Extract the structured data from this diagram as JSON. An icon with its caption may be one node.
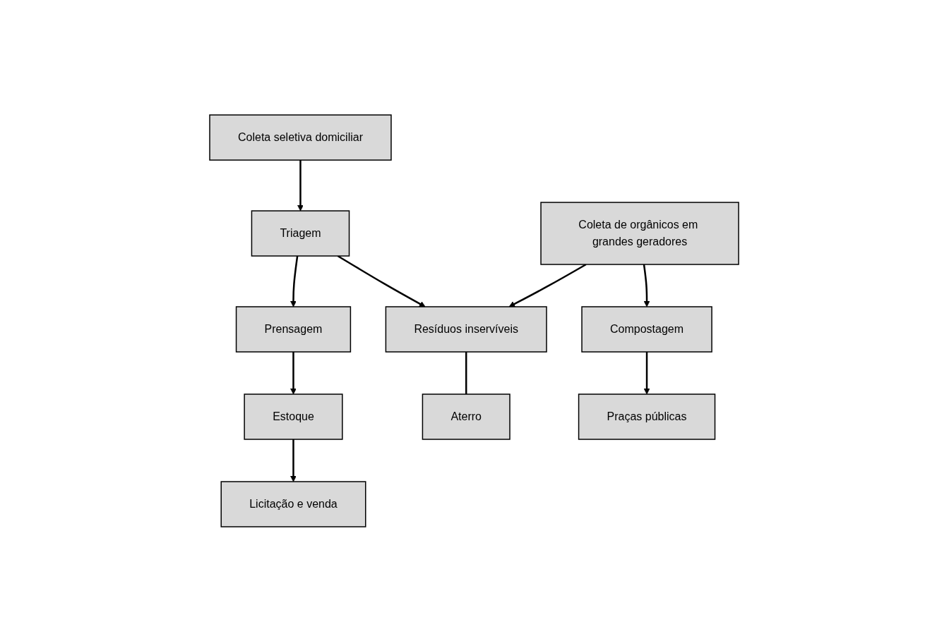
{
  "diagram": {
    "nodes": [
      {
        "text": [
          "Coleta seletiva domiciliar"
        ]
      },
      {
        "text": [
          "Coleta de orgânicos em grandes geradores"
        ]
      },
      {
        "text": [
          "Triagem"
        ]
      },
      {
        "text": [
          "Resíduos inservíveis"
        ]
      },
      {
        "text": [
          "Compostagem"
        ]
      },
      {
        "text": [
          "Prensagem"
        ]
      },
      {
        "text": [
          "Aterro"
        ]
      },
      {
        "text": [
          "Praças públicas"
        ]
      },
      {
        "text": [
          "Estoque"
        ]
      },
      {
        "text": [
          "Licitação e venda"
        ]
      }
    ],
    "edges": [
      {
        "from": 0,
        "to": 2,
        "arrow": "to"
      },
      {
        "from": 1,
        "to": 3,
        "arrow": "to"
      },
      {
        "from": 1,
        "to": 4,
        "arrow": "to"
      },
      {
        "from": 2,
        "to": 3,
        "arrow": "to"
      },
      {
        "from": 2,
        "to": 5,
        "arrow": "to"
      },
      {
        "from": 3,
        "to": 6,
        "arrow": "none"
      },
      {
        "from": 4,
        "to": 7,
        "arrow": "to"
      },
      {
        "from": 5,
        "to": 8,
        "arrow": "to"
      },
      {
        "from": 8,
        "to": 9,
        "arrow": "to"
      }
    ]
  }
}
